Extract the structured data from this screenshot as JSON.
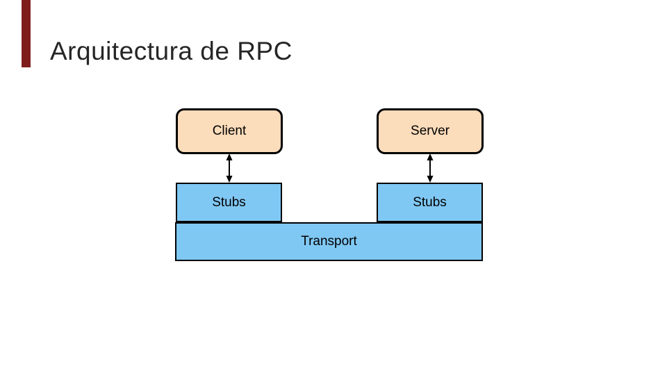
{
  "slide": {
    "title": "Arquitectura de RPC"
  },
  "diagram": {
    "nodes": {
      "client": {
        "label": "Client"
      },
      "server": {
        "label": "Server"
      },
      "stubs_left": {
        "label": "Stubs"
      },
      "stubs_right": {
        "label": "Stubs"
      },
      "transport": {
        "label": "Transport"
      }
    },
    "connections": [
      {
        "from": "client",
        "to": "stubs_left",
        "type": "double-headed-arrow",
        "icon": "double-arrow-icon"
      },
      {
        "from": "server",
        "to": "stubs_right",
        "type": "double-headed-arrow",
        "icon": "double-arrow-icon"
      }
    ]
  },
  "colors": {
    "background": "#ffffff",
    "accent_bar": "#7f1d1d",
    "title_text": "#262626",
    "node_border": "#000000",
    "node_text": "#000000",
    "node_fill_peach": "#fbdcbb",
    "node_fill_blue": "#80c8f4",
    "arrow": "#000000"
  }
}
